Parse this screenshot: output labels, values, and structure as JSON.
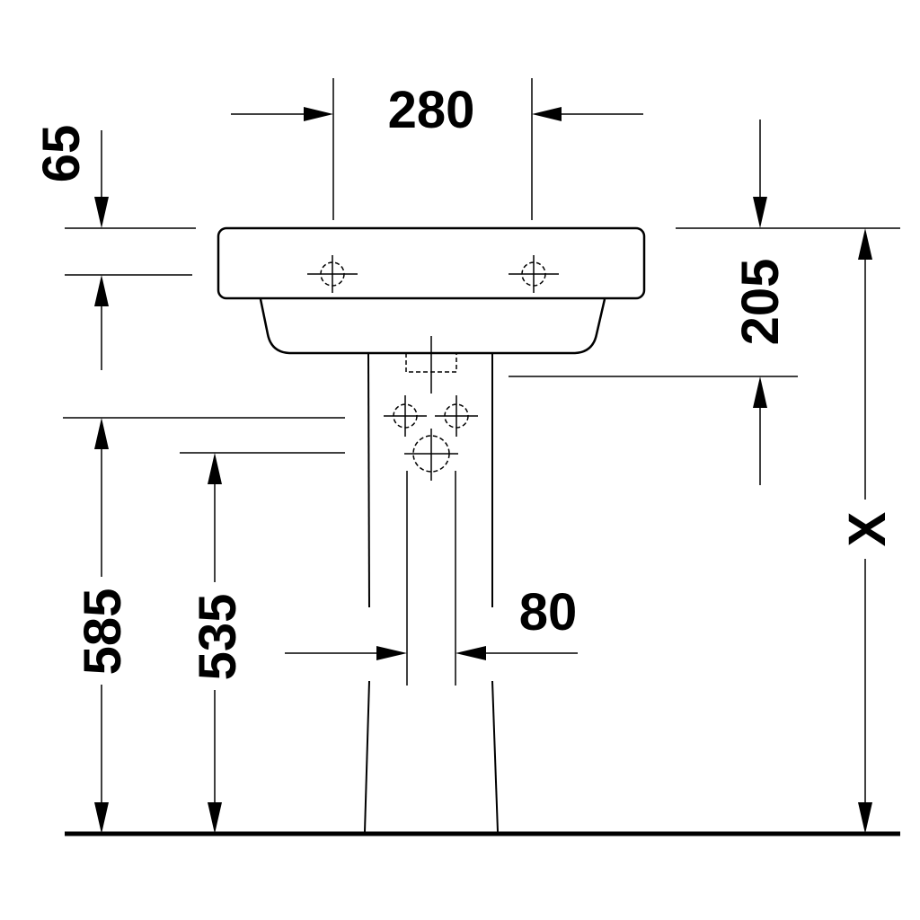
{
  "dimensions": {
    "basin_width": "280",
    "top_offset": "65",
    "basin_depth": "205",
    "height_585": "585",
    "height_535": "535",
    "pedestal_width": "80",
    "total_height": "X"
  }
}
